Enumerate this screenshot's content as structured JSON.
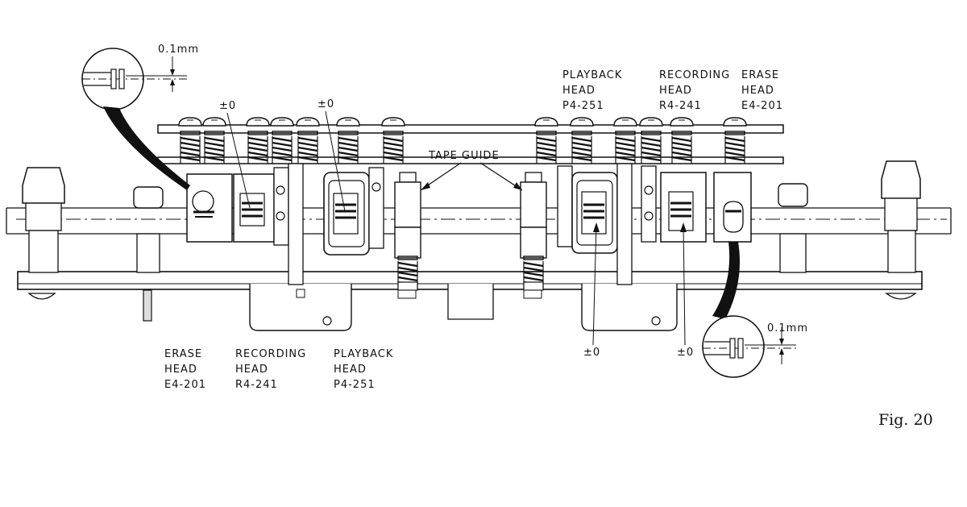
{
  "diagram": {
    "figure_caption": "Fig. 20",
    "tape_guide_label": "TAPE GUIDE",
    "gap_label_top": "0.1mm",
    "gap_label_bottom": "0.1mm",
    "zero_marks": [
      "±0",
      "±0",
      "±0",
      "±0"
    ],
    "heads_top": [
      {
        "name": "PLAYBACK",
        "kind": "HEAD",
        "model": "P4-251"
      },
      {
        "name": "RECORDING",
        "kind": "HEAD",
        "model": "R4-241"
      },
      {
        "name": "ERASE",
        "kind": "HEAD",
        "model": "E4-201"
      }
    ],
    "heads_bottom": [
      {
        "name": "ERASE",
        "kind": "HEAD",
        "model": "E4-201"
      },
      {
        "name": "RECORDING",
        "kind": "HEAD",
        "model": "R4-241"
      },
      {
        "name": "PLAYBACK",
        "kind": "HEAD",
        "model": "P4-251"
      }
    ]
  }
}
